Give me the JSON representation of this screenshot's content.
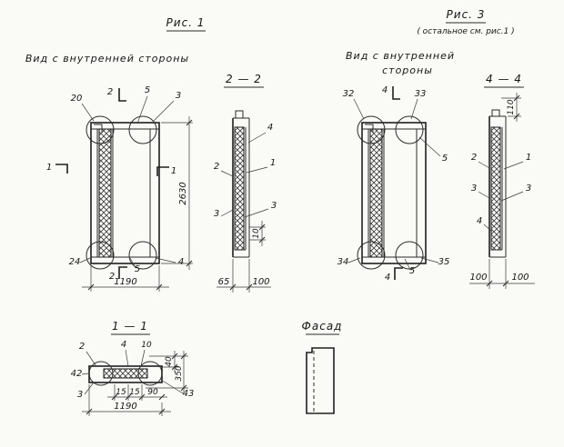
{
  "fig1": {
    "title": "Рис. 1",
    "view": "Вид с внутренней стороны",
    "c20": "20",
    "c2_top": "2",
    "c5_top": "5",
    "c3_top": "3",
    "cut1_left": "1",
    "cut1_right": "1",
    "c24": "24",
    "c2_bot": "2",
    "c5_bot": "5",
    "c4_bot": "4",
    "dim_width": "1190",
    "dim_height": "2630"
  },
  "sec22": {
    "title": "2 — 2",
    "l4": "4",
    "l2": "2",
    "l1": "1",
    "l3_left": "3",
    "l3_right": "3",
    "d10": "10",
    "d65": "65",
    "d100": "100"
  },
  "fig3": {
    "title": "Рис. 3",
    "subtitle": "( остальное см. рис.1 )",
    "view_line1": "Вид с внутренней",
    "view_line2": "стороны",
    "c32": "32",
    "c4_top": "4",
    "c33": "33",
    "c5_right": "5",
    "c34": "34",
    "c4_bot": "4",
    "c5_bot": "5",
    "c35": "35"
  },
  "sec44": {
    "title": "4 — 4",
    "d110": "110",
    "l2": "2",
    "l1": "1",
    "l3_left": "3",
    "l3_right": "3",
    "l4": "4",
    "d100_left": "100",
    "d100_right": "100"
  },
  "sec11": {
    "title": "1 — 1",
    "l2": "2",
    "l4": "4",
    "d10": "10",
    "d40": "40",
    "d350": "350",
    "l42": "42",
    "l43": "43",
    "l3": "3",
    "d15_a": "15",
    "d15_b": "15",
    "d90": "90",
    "d1190": "1190"
  },
  "facade": {
    "title": "Фасад"
  }
}
